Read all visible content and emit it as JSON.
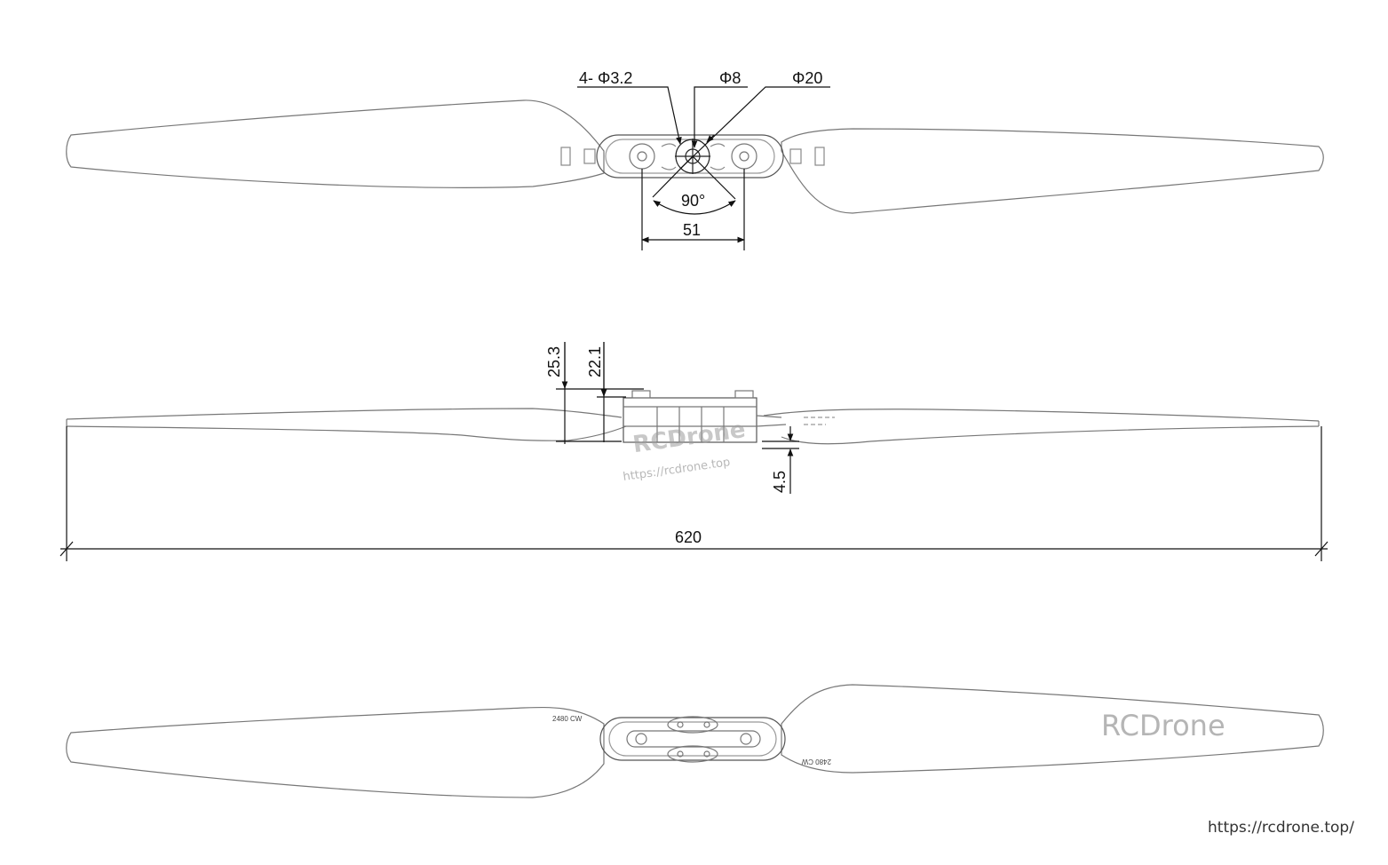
{
  "top_view": {
    "callouts": {
      "bolt_holes": "4- Φ3.2",
      "shaft_hole": "Φ8",
      "hub_circle": "Φ20"
    },
    "angle": "90°",
    "hole_spacing": "51"
  },
  "side_view": {
    "height_total": "25.3",
    "height_hub": "22.1",
    "thickness_bottom": "4.5",
    "overall_length": "620"
  },
  "bottom_view": {
    "blade_mark_left": "2480 CW",
    "blade_mark_right": "2480 CW"
  },
  "watermarks": {
    "center_brand": "RCDrone",
    "center_url": "https://rcdrone.top",
    "corner_brand": "RCDrone",
    "corner_url": "https://rcdrone.top/"
  },
  "colors": {
    "line": "#555555",
    "dimension": "#111111",
    "watermark": "#9a9a9a"
  }
}
